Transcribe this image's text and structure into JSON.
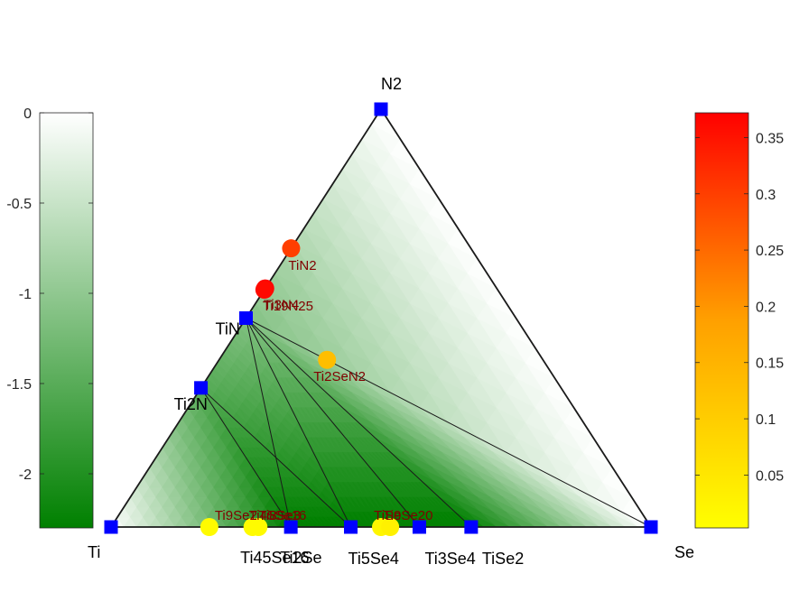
{
  "chart_data": {
    "type": "scatter",
    "subtype": "ternary-phase-diagram",
    "vertices": [
      "Ti",
      "Se",
      "N2"
    ],
    "left_colorbar": {
      "label": "",
      "ticks": [
        "0",
        "-0.5",
        "-1",
        "-1.5",
        "-2"
      ],
      "tick_values": [
        0,
        -0.5,
        -1,
        -1.5,
        -2
      ],
      "range": [
        -2.3,
        0
      ],
      "colors": [
        "#008000",
        "#ffffff"
      ]
    },
    "right_colorbar": {
      "label": "",
      "ticks": [
        "0.35",
        "0.3",
        "0.25",
        "0.2",
        "0.15",
        "0.1",
        "0.05"
      ],
      "tick_values": [
        0.35,
        0.3,
        0.25,
        0.2,
        0.15,
        0.1,
        0.05
      ],
      "range": [
        0.003,
        0.372
      ],
      "colors": [
        "#ffff00",
        "#ffa000",
        "#ff0000"
      ]
    },
    "stable_phases": [
      {
        "label": "Ti",
        "se": 0,
        "n": 0,
        "energy": 0
      },
      {
        "label": "Se",
        "se": 1,
        "n": 0,
        "energy": 0
      },
      {
        "label": "N2",
        "se": 0,
        "n": 1,
        "energy": 0
      },
      {
        "label": "TiN",
        "se": 0,
        "n": 0.5,
        "energy": -1.12
      },
      {
        "label": "Ti2N",
        "se": 0,
        "n": 0.333,
        "energy": -1.52
      },
      {
        "label": "Ti2Se",
        "se": 0.333,
        "n": 0,
        "energy": -2.3
      },
      {
        "label": "Ti5Se4",
        "se": 0.444,
        "n": 0,
        "energy": -2.3
      },
      {
        "label": "Ti3Se4",
        "se": 0.571,
        "n": 0,
        "energy": -2.3
      },
      {
        "label": "TiSe2",
        "se": 0.667,
        "n": 0,
        "energy": -2.3
      }
    ],
    "hull_lines": [
      [
        "TiN",
        "Ti2Se"
      ],
      [
        "TiN",
        "Ti5Se4"
      ],
      [
        "TiN",
        "Ti3Se4"
      ],
      [
        "TiN",
        "TiSe2"
      ],
      [
        "TiN",
        "Se"
      ],
      [
        "Ti2N",
        "Ti2Se"
      ],
      [
        "Ti2N",
        "Ti5Se4"
      ]
    ],
    "unstable_phases": [
      {
        "label": "TiN2",
        "se": 0,
        "n": 0.667,
        "e_above_hull": 0.3
      },
      {
        "label": "Ti3N4",
        "se": 0,
        "n": 0.571,
        "e_above_hull": 0.37
      },
      {
        "label": "Ti19N25",
        "se": 0,
        "n": 0.568,
        "e_above_hull": 0.36
      },
      {
        "label": "Ti2SeN2",
        "se": 0.2,
        "n": 0.4,
        "e_above_hull": 0.13
      },
      {
        "label": "Ti9Se2",
        "se": 0.182,
        "n": 0,
        "e_above_hull": 0.01
      },
      {
        "label": "Ti8Se3",
        "se": 0.273,
        "n": 0,
        "e_above_hull": 0.01
      },
      {
        "label": "Ti45Se16",
        "se": 0.262,
        "n": 0,
        "e_above_hull": 0.01
      },
      {
        "label": "TiSe",
        "se": 0.5,
        "n": 0,
        "e_above_hull": 0.02
      },
      {
        "label": "Ti9Se20",
        "se": 0.517,
        "n": 0,
        "e_above_hull": 0.03
      }
    ],
    "extra_labels": [
      {
        "label": "Ti45Se16",
        "attach": "Ti2Se"
      },
      {
        "label": "Ti8Se3",
        "attach": "Ti45Se16"
      }
    ]
  }
}
